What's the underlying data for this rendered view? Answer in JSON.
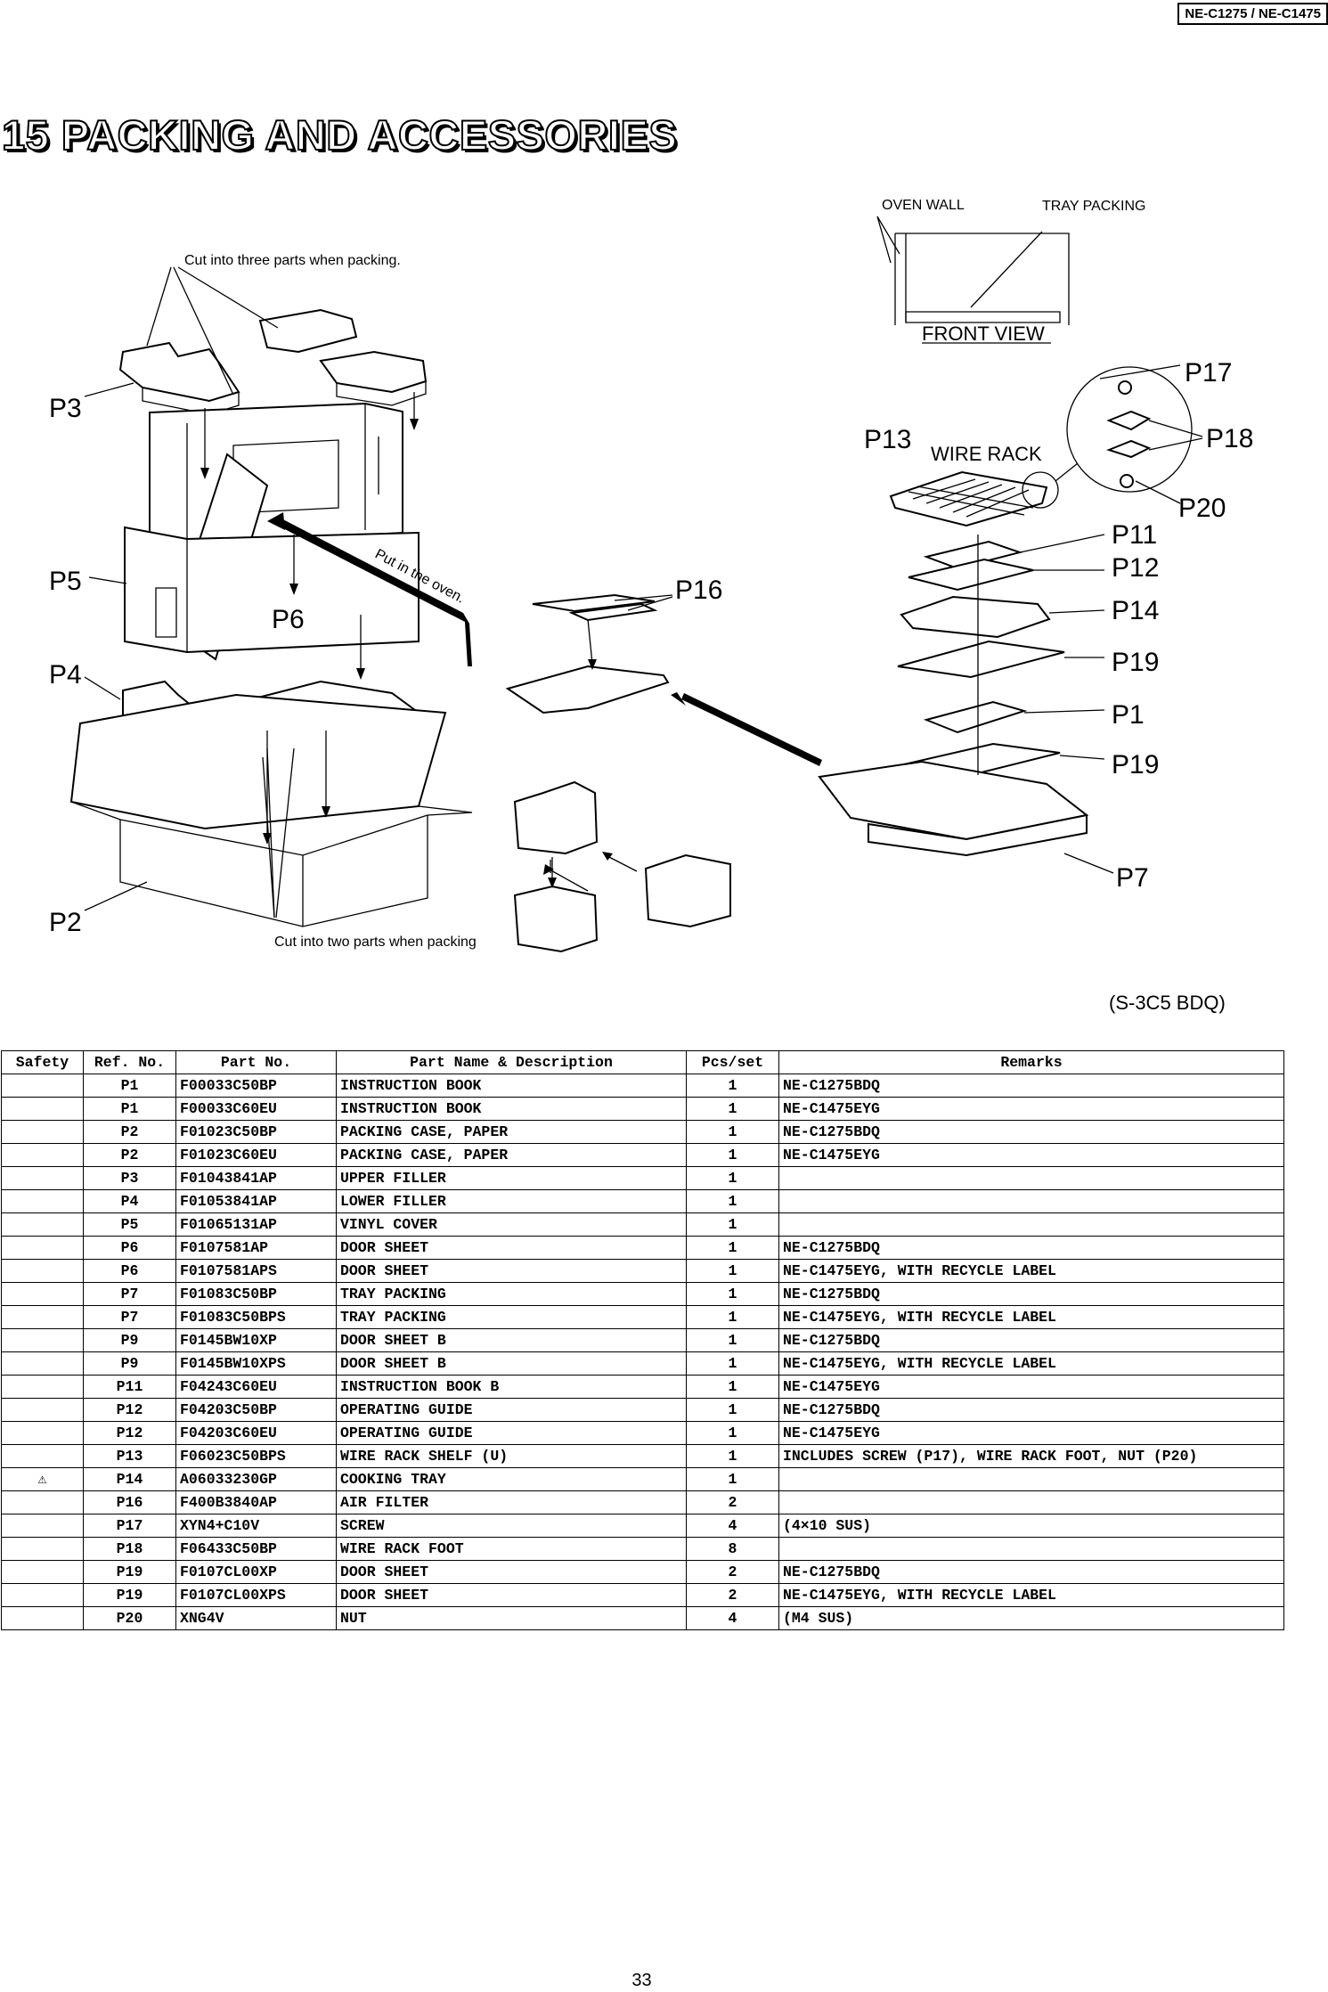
{
  "header": {
    "model": "NE-C1275 / NE-C1475"
  },
  "title": "15 PACKING AND ACCESSORIES",
  "diagram": {
    "labels": {
      "p3": "P3",
      "p5": "P5",
      "p4": "P4",
      "p2": "P2",
      "p6": "P6",
      "p16": "P16",
      "p13": "P13",
      "p17": "P17",
      "p18": "P18",
      "p20": "P20",
      "p11": "P11",
      "p12": "P12",
      "p14": "P14",
      "p19a": "P19",
      "p1": "P1",
      "p19b": "P19",
      "p7": "P7"
    },
    "notes": {
      "cut_three": "Cut into three parts when packing.",
      "cut_two": "Cut into two parts when packing",
      "put_in_oven": "Put in the oven.",
      "oven_wall": "OVEN WALL",
      "tray_packing": "TRAY PACKING",
      "front_view": "FRONT VIEW",
      "wire_rack": "WIRE RACK",
      "code": "(S-3C5 BDQ)"
    }
  },
  "table": {
    "headers": [
      "Safety",
      "Ref. No.",
      "Part No.",
      "Part Name & Description",
      "Pcs/set",
      "Remarks"
    ],
    "rows": [
      {
        "safety": "",
        "ref": "P1",
        "part": "F00033C50BP",
        "name": "INSTRUCTION BOOK",
        "pcs": "1",
        "remarks": "NE-C1275BDQ"
      },
      {
        "safety": "",
        "ref": "P1",
        "part": "F00033C60EU",
        "name": "INSTRUCTION BOOK",
        "pcs": "1",
        "remarks": "NE-C1475EYG"
      },
      {
        "safety": "",
        "ref": "P2",
        "part": "F01023C50BP",
        "name": "PACKING CASE, PAPER",
        "pcs": "1",
        "remarks": "NE-C1275BDQ"
      },
      {
        "safety": "",
        "ref": "P2",
        "part": "F01023C60EU",
        "name": "PACKING CASE, PAPER",
        "pcs": "1",
        "remarks": "NE-C1475EYG"
      },
      {
        "safety": "",
        "ref": "P3",
        "part": "F01043841AP",
        "name": "UPPER FILLER",
        "pcs": "1",
        "remarks": ""
      },
      {
        "safety": "",
        "ref": "P4",
        "part": "F01053841AP",
        "name": "LOWER FILLER",
        "pcs": "1",
        "remarks": ""
      },
      {
        "safety": "",
        "ref": "P5",
        "part": "F01065131AP",
        "name": "VINYL COVER",
        "pcs": "1",
        "remarks": ""
      },
      {
        "safety": "",
        "ref": "P6",
        "part": "F0107581AP",
        "name": "DOOR SHEET",
        "pcs": "1",
        "remarks": "NE-C1275BDQ"
      },
      {
        "safety": "",
        "ref": "P6",
        "part": "F0107581APS",
        "name": "DOOR SHEET",
        "pcs": "1",
        "remarks": "NE-C1475EYG, WITH RECYCLE LABEL"
      },
      {
        "safety": "",
        "ref": "P7",
        "part": "F01083C50BP",
        "name": "TRAY PACKING",
        "pcs": "1",
        "remarks": "NE-C1275BDQ"
      },
      {
        "safety": "",
        "ref": "P7",
        "part": "F01083C50BPS",
        "name": "TRAY PACKING",
        "pcs": "1",
        "remarks": "NE-C1475EYG, WITH RECYCLE LABEL"
      },
      {
        "safety": "",
        "ref": "P9",
        "part": "F0145BW10XP",
        "name": "DOOR SHEET B",
        "pcs": "1",
        "remarks": "NE-C1275BDQ"
      },
      {
        "safety": "",
        "ref": "P9",
        "part": "F0145BW10XPS",
        "name": "DOOR SHEET B",
        "pcs": "1",
        "remarks": "NE-C1475EYG, WITH RECYCLE LABEL"
      },
      {
        "safety": "",
        "ref": "P11",
        "part": "F04243C60EU",
        "name": "INSTRUCTION BOOK B",
        "pcs": "1",
        "remarks": "NE-C1475EYG"
      },
      {
        "safety": "",
        "ref": "P12",
        "part": "F04203C50BP",
        "name": "OPERATING GUIDE",
        "pcs": "1",
        "remarks": "NE-C1275BDQ"
      },
      {
        "safety": "",
        "ref": "P12",
        "part": "F04203C60EU",
        "name": "OPERATING GUIDE",
        "pcs": "1",
        "remarks": "NE-C1475EYG"
      },
      {
        "safety": "",
        "ref": "P13",
        "part": "F06023C50BPS",
        "name": "WIRE RACK SHELF (U)",
        "pcs": "1",
        "remarks": "INCLUDES SCREW (P17), WIRE RACK FOOT, NUT (P20)"
      },
      {
        "safety": "⚠",
        "ref": "P14",
        "part": "A06033230GP",
        "name": "COOKING TRAY",
        "pcs": "1",
        "remarks": ""
      },
      {
        "safety": "",
        "ref": "P16",
        "part": "F400B3840AP",
        "name": "AIR FILTER",
        "pcs": "2",
        "remarks": ""
      },
      {
        "safety": "",
        "ref": "P17",
        "part": "XYN4+C10V",
        "name": "SCREW",
        "pcs": "4",
        "remarks": "(4×10 SUS)"
      },
      {
        "safety": "",
        "ref": "P18",
        "part": "F06433C50BP",
        "name": "WIRE RACK FOOT",
        "pcs": "8",
        "remarks": ""
      },
      {
        "safety": "",
        "ref": "P19",
        "part": "F0107CL00XP",
        "name": "DOOR SHEET",
        "pcs": "2",
        "remarks": "NE-C1275BDQ"
      },
      {
        "safety": "",
        "ref": "P19",
        "part": "F0107CL00XPS",
        "name": "DOOR SHEET",
        "pcs": "2",
        "remarks": "NE-C1475EYG, WITH RECYCLE LABEL"
      },
      {
        "safety": "",
        "ref": "P20",
        "part": "XNG4V",
        "name": "NUT",
        "pcs": "4",
        "remarks": "(M4 SUS)"
      }
    ]
  },
  "footer": {
    "page_number": "33"
  }
}
